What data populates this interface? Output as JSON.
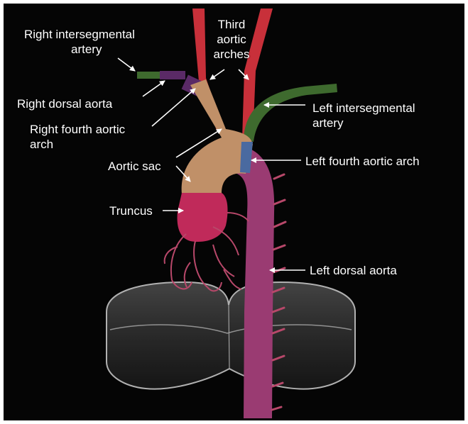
{
  "labels": {
    "right_intersegmental_artery": "Right intersegmental\nartery",
    "third_aortic_arches": "Third\naortic\narches",
    "right_dorsal_aorta": "Right dorsal aorta",
    "right_fourth_aortic_arch": "Right fourth aortic\narch",
    "left_intersegmental_artery": "Left intersegmental\nartery",
    "aortic_sac": "Aortic sac",
    "left_fourth_aortic_arch": "Left fourth aortic arch",
    "truncus": "Truncus",
    "left_dorsal_aorta": "Left dorsal aorta"
  },
  "colors": {
    "background": "#050505",
    "border": "#ffffff",
    "third_arch": "#c8303a",
    "aortic_sac": "#c09068",
    "truncus": "#c02a5a",
    "dorsal_aorta": "#9a3b72",
    "intersegmental": "#3e6a2e",
    "right_dorsal_segment": "#5a2a66",
    "left_fourth_arch": "#4a6aa0",
    "vessels": "#b8486a",
    "diaphragm": "#bfbfbf",
    "label_text": "#ffffff"
  }
}
